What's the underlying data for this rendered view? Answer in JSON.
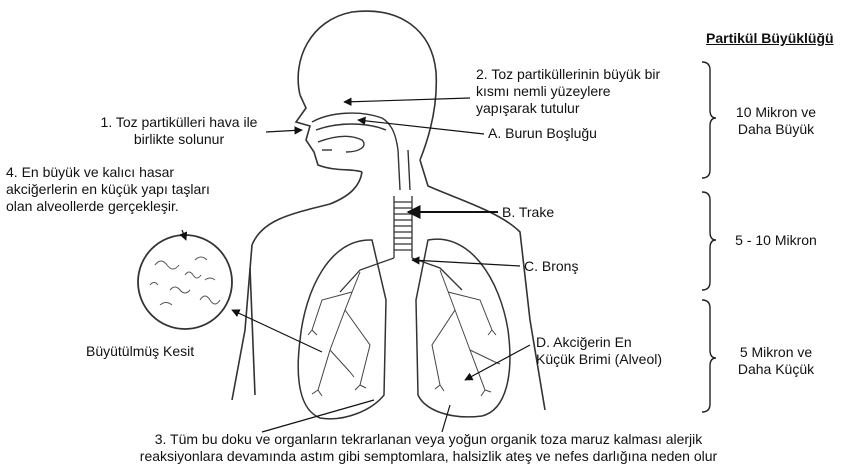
{
  "header": {
    "particle_size_title": "Partikül Büyüklüğü"
  },
  "steps": {
    "step1": [
      "1. Toz partikülleri hava ile",
      "birlikte solunur"
    ],
    "step2": [
      "2. Toz partiküllerinin büyük bir",
      "kısmı nemli yüzeylere",
      "yapışarak tutulur"
    ],
    "step3": [
      "3. Tüm bu doku ve organların  tekrarlanan  veya yoğun organik toza maruz kalması alerjik",
      "reaksiyonlara devamında astım gibi semptomlara, halsizlik ateş ve nefes darlığına neden olur"
    ],
    "step4": [
      "4. En büyük ve kalıcı hasar",
      "akciğerlerin en küçük yapı taşları",
      "olan alveollerde gerçekleşir."
    ]
  },
  "labels": {
    "nasal_cavity": "A. Burun Boşluğu",
    "trachea": "B. Trake",
    "bronchus": "C. Bronş",
    "alveolus": [
      "D. Akciğerin En",
      "Küçük Brimi (Alveol)"
    ],
    "magnified": "Büyütülmüş Kesit"
  },
  "sizes": {
    "large": [
      "10 Mikron ve",
      "Daha Büyük"
    ],
    "medium": "5 - 10 Mikron",
    "small": [
      "5 Mikron ve",
      "Daha Küçük"
    ]
  }
}
